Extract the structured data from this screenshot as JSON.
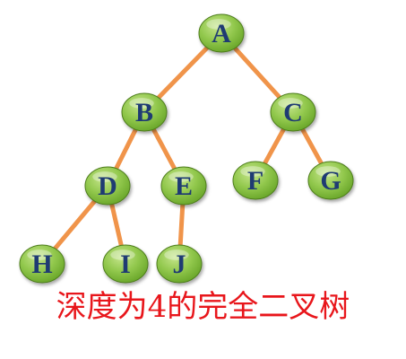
{
  "caption": "深度为4的完全二叉树",
  "colors": {
    "edge": "#f0944a",
    "node_fill_light": "#c5e58c",
    "node_fill_dark": "#6aa72a",
    "node_stroke": "#4e7d1c",
    "label": "#1f3b73",
    "caption": "#e8161b"
  },
  "tree": {
    "depth": 4,
    "nodes": [
      {
        "id": "A",
        "label": "A",
        "level": 1
      },
      {
        "id": "B",
        "label": "B",
        "level": 2
      },
      {
        "id": "C",
        "label": "C",
        "level": 2
      },
      {
        "id": "D",
        "label": "D",
        "level": 3
      },
      {
        "id": "E",
        "label": "E",
        "level": 3
      },
      {
        "id": "F",
        "label": "F",
        "level": 3
      },
      {
        "id": "G",
        "label": "G",
        "level": 3
      },
      {
        "id": "H",
        "label": "H",
        "level": 4
      },
      {
        "id": "I",
        "label": "I",
        "level": 4
      },
      {
        "id": "J",
        "label": "J",
        "level": 4
      }
    ],
    "edges": [
      {
        "from": "A",
        "to": "B"
      },
      {
        "from": "A",
        "to": "C"
      },
      {
        "from": "B",
        "to": "D"
      },
      {
        "from": "B",
        "to": "E"
      },
      {
        "from": "C",
        "to": "F"
      },
      {
        "from": "C",
        "to": "G"
      },
      {
        "from": "D",
        "to": "H"
      },
      {
        "from": "D",
        "to": "I"
      },
      {
        "from": "E",
        "to": "J"
      }
    ]
  }
}
